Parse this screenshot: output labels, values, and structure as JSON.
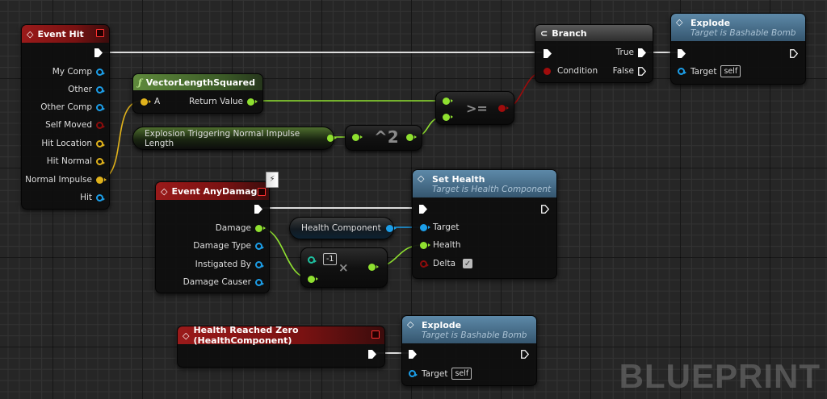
{
  "watermark": "BLUEPRINT",
  "colors": {
    "exec": "#ffffff",
    "object": "#1c9ee8",
    "struct": "#e0b21b",
    "bool": "#8c0c0c",
    "float": "#8fe030",
    "event_header": "#9a1a1a",
    "function_header": "#5f8a3c",
    "call_header": "#5d89a8"
  },
  "nodes": {
    "event_hit": {
      "title": "Event Hit",
      "icon": "event-diamond-icon",
      "outputs": [
        "My Comp",
        "Other",
        "Other Comp",
        "Self Moved",
        "Hit Location",
        "Hit Normal",
        "Normal Impulse",
        "Hit"
      ]
    },
    "vector_length_squared": {
      "title": "VectorLengthSquared",
      "icon": "function-icon",
      "input": "A",
      "output": "Return Value"
    },
    "explosion_variable": {
      "label": "Explosion Triggering Normal Impulse Length"
    },
    "square_op": {
      "label": "^2"
    },
    "compare_op": {
      "label": ">="
    },
    "branch": {
      "title": "Branch",
      "icon": "branch-icon",
      "condition": "Condition",
      "true_label": "True",
      "false_label": "False"
    },
    "explode_1": {
      "title": "Explode",
      "subtitle": "Target is Bashable Bomb",
      "target_label": "Target",
      "target_value": "self"
    },
    "event_any_damage": {
      "title": "Event AnyDamage",
      "outputs": [
        "Damage",
        "Damage Type",
        "Instigated By",
        "Damage Causer"
      ]
    },
    "health_component_var": {
      "label": "Health Component"
    },
    "multiply_op": {
      "constant": "-1",
      "label": "×"
    },
    "set_health": {
      "title": "Set Health",
      "subtitle": "Target is Health Component",
      "inputs": [
        "Target",
        "Health",
        "Delta"
      ],
      "delta_checked": true
    },
    "health_reached_zero": {
      "title": "Health Reached Zero (HealthComponent)"
    },
    "explode_2": {
      "title": "Explode",
      "subtitle": "Target is Bashable Bomb",
      "target_label": "Target",
      "target_value": "self"
    }
  }
}
